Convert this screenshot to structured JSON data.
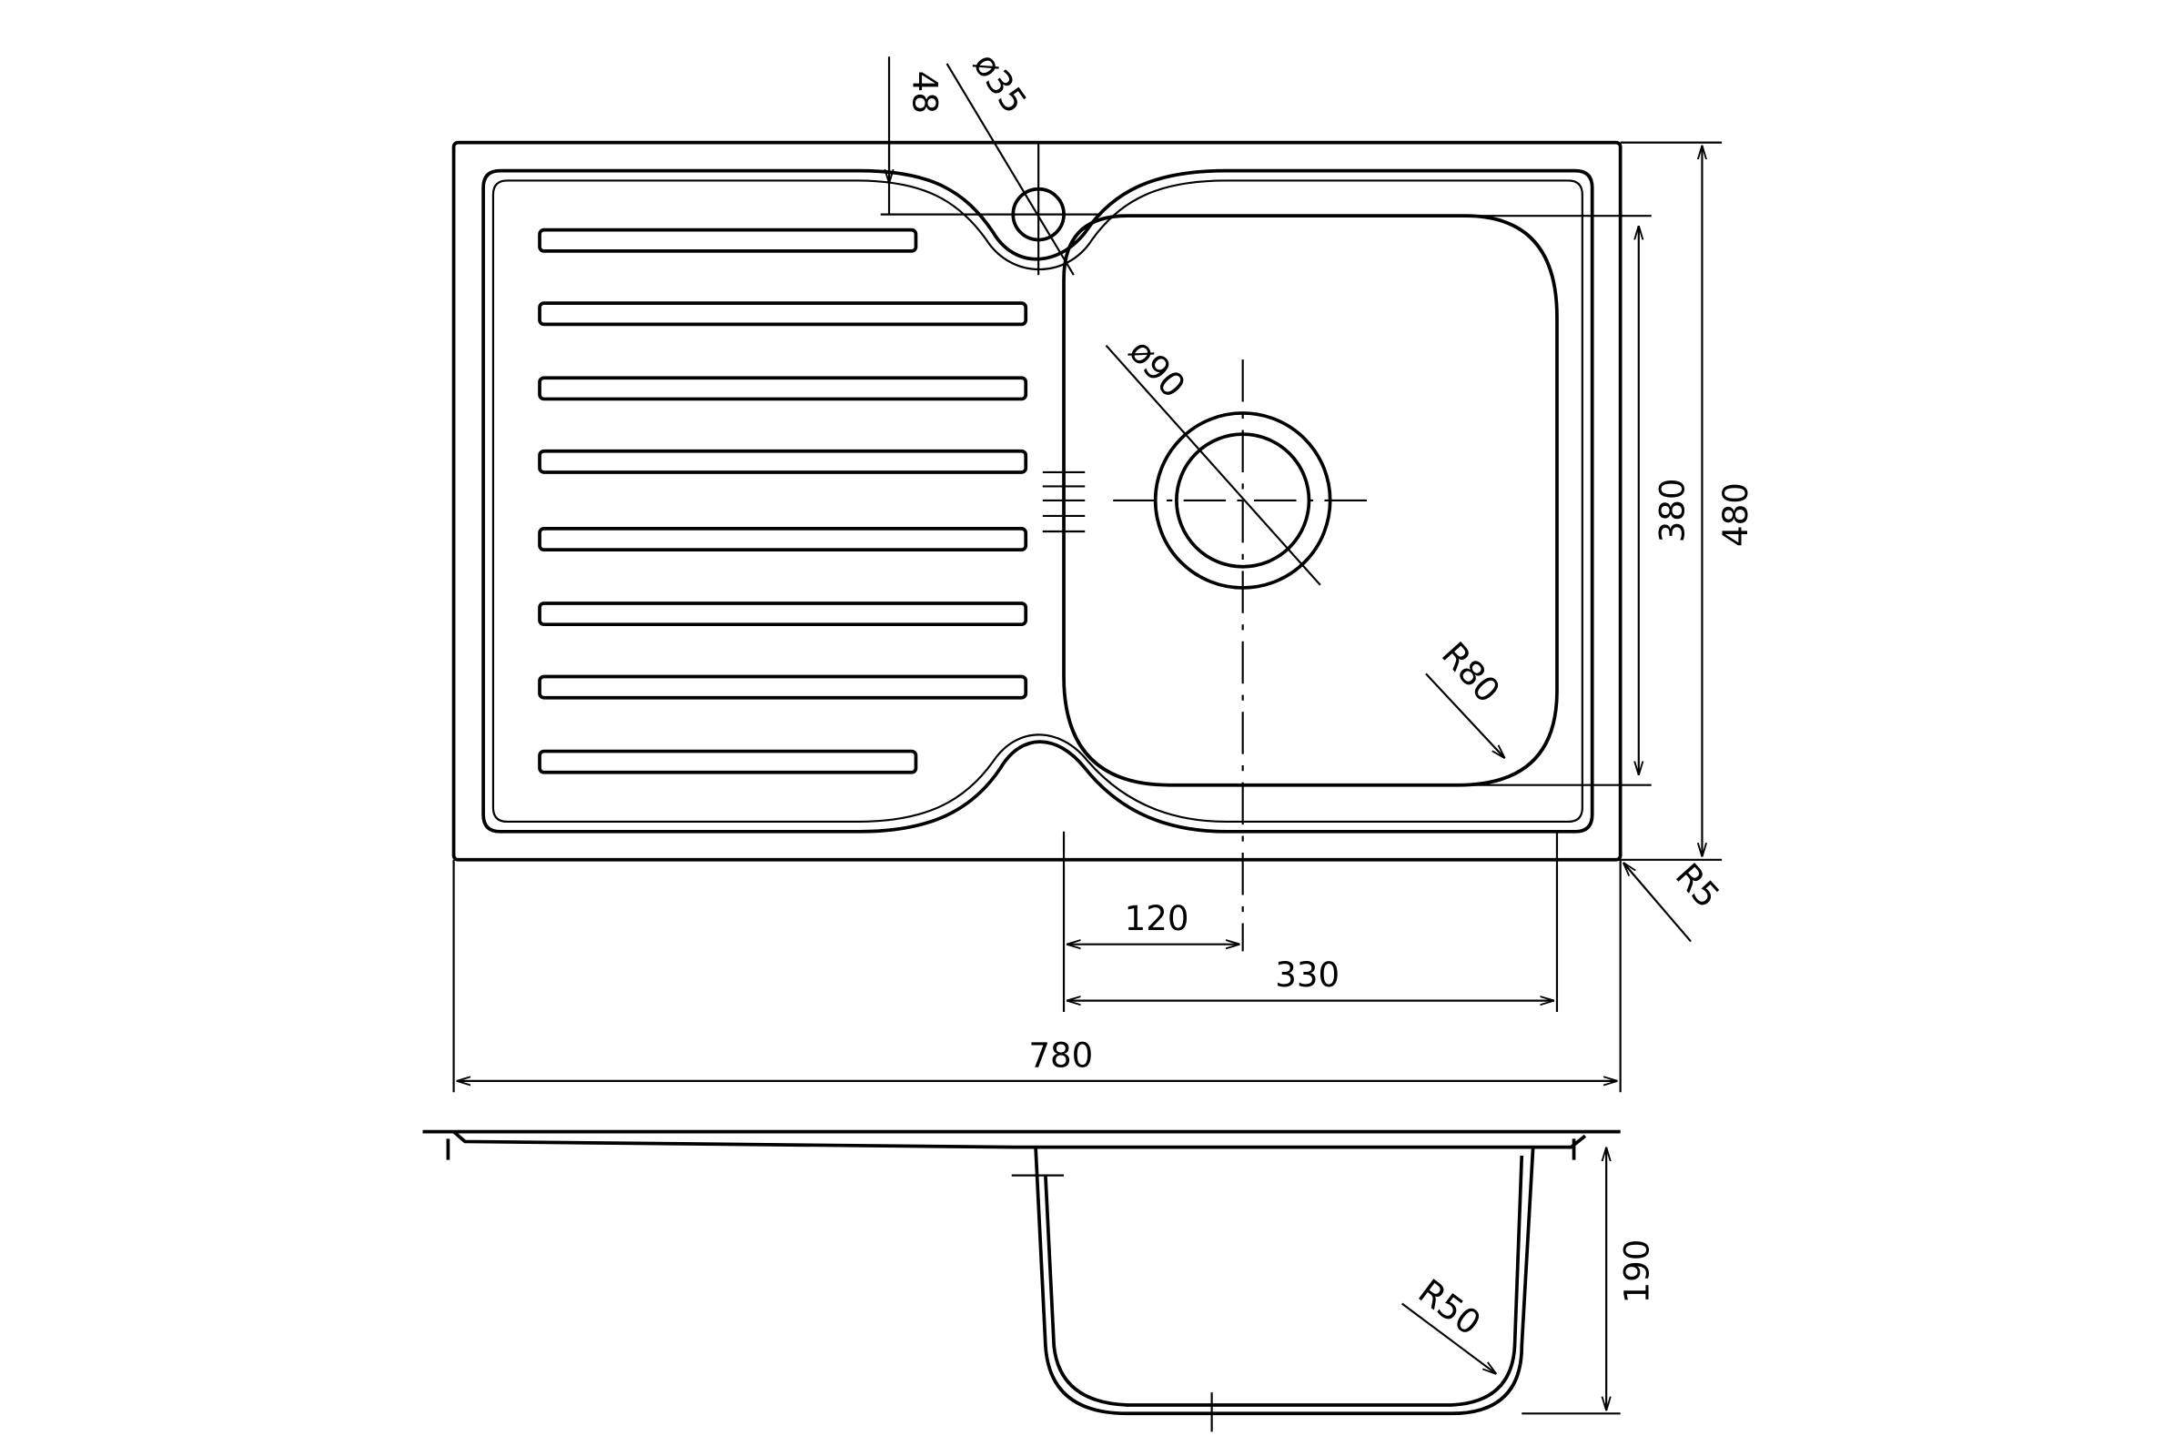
{
  "drawing": {
    "title": "Single bowl sink with drainer - dimension drawing",
    "dimensions": {
      "tap_offset": "48",
      "tap_hole": "ø35",
      "waste_hole": "ø90",
      "bowl_length": "380",
      "overall_depth": "480",
      "bowl_radius": "R80",
      "corner_radius": "R5",
      "waste_offset": "120",
      "bowl_width": "330",
      "overall_width": "780",
      "bowl_bottom_radius": "R50",
      "bowl_height": "190"
    }
  }
}
